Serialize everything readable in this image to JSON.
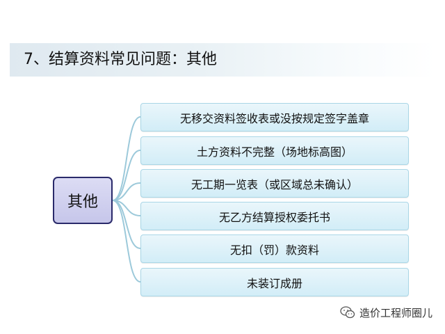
{
  "title": "7、结算资料常见问题：其他",
  "root": {
    "label": "其他"
  },
  "items": [
    "无移交资料签收表或没按规定签字盖章",
    "土方资料不完整（场地标高图）",
    "无工期一览表（或区域总未确认）",
    "无乙方结算授权委托书",
    "无扣（罚）款资料",
    "未装订成册"
  ],
  "watermark": {
    "text": "造价工程师圈儿",
    "icon": "wechat-icon"
  },
  "colors": {
    "root_fill": "#c6c6ea",
    "root_border": "#2a2a6a",
    "item_fill": "#d2edf7",
    "item_border": "#a9d6e6",
    "connector": "#9cc9da"
  }
}
